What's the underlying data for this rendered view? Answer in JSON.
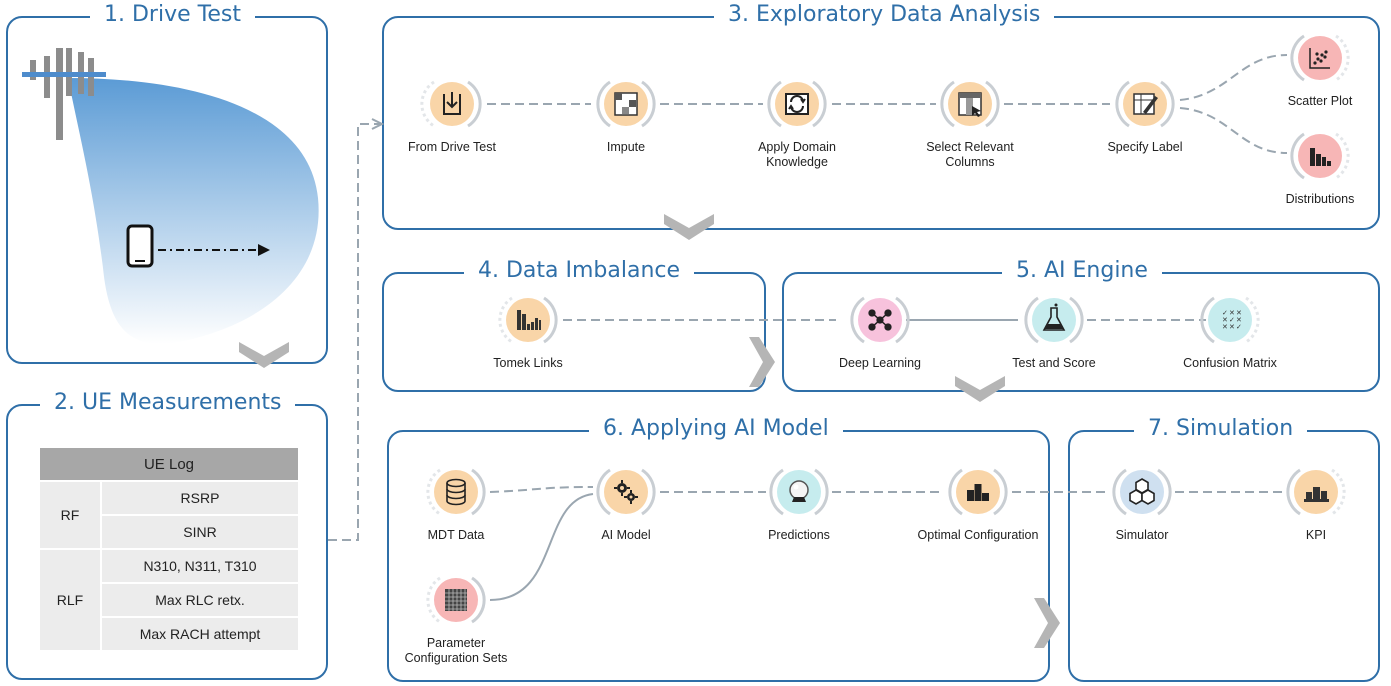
{
  "panels": {
    "p1": {
      "title": "1. Drive Test"
    },
    "p2": {
      "title": "2. UE Measurements"
    },
    "p3": {
      "title": "3. Exploratory Data  Analysis"
    },
    "p4": {
      "title": "4. Data Imbalance"
    },
    "p5": {
      "title": "5. AI Engine"
    },
    "p6": {
      "title": "6. Applying AI Model"
    },
    "p7": {
      "title": "7. Simulation"
    }
  },
  "ue_log": {
    "header": "UE Log",
    "rf_label": "RF",
    "rlf_label": "RLF",
    "rf_items": [
      "RSRP",
      "SINR"
    ],
    "rlf_items": [
      "N310, N311, T310",
      "Max RLC retx.",
      "Max RACH attempt"
    ]
  },
  "nodes": {
    "from_drive_test": {
      "label": "From Drive Test",
      "icon": "download-file-icon"
    },
    "impute": {
      "label": "Impute",
      "icon": "impute-grid-icon"
    },
    "apply_domain": {
      "label1": "Apply Domain",
      "label2": "Knowledge",
      "icon": "refresh-icon"
    },
    "select_columns": {
      "label1": "Select Relevant",
      "label2": "Columns",
      "icon": "select-columns-icon"
    },
    "specify_label": {
      "label": "Specify Label",
      "icon": "edit-table-icon"
    },
    "scatter_plot": {
      "label": "Scatter Plot",
      "icon": "scatter-plot-icon"
    },
    "distributions": {
      "label": "Distributions",
      "icon": "histogram-icon"
    },
    "tomek_links": {
      "label": "Tomek Links",
      "icon": "bar-levels-icon"
    },
    "deep_learning": {
      "label": "Deep Learning",
      "icon": "neural-network-icon"
    },
    "test_score": {
      "label": "Test and Score",
      "icon": "flask-icon"
    },
    "confusion_matrix": {
      "label": "Confusion Matrix",
      "icon": "matrix-icon"
    },
    "mdt_data": {
      "label": "MDT Data",
      "icon": "database-icon"
    },
    "ai_model": {
      "label": "AI Model",
      "icon": "gears-icon"
    },
    "predictions": {
      "label": "Predictions",
      "icon": "crystal-ball-icon"
    },
    "optimal_config": {
      "label": "Optimal Configuration",
      "icon": "podium-icon"
    },
    "param_sets": {
      "label1": "Parameter",
      "label2": "Configuration Sets",
      "icon": "grid-icon"
    },
    "simulator": {
      "label": "Simulator",
      "icon": "hexagons-icon"
    },
    "kpi": {
      "label": "KPI",
      "icon": "cubes-icon"
    }
  },
  "colors": {
    "panel_border": "#2f6fa8",
    "orange_node": "#f9d5a8",
    "red_node": "#f7b6b6",
    "pink_node": "#f7c2dc",
    "teal_node": "#c6ecee",
    "blue_node": "#cfe0f0",
    "link": "#9aa6b0",
    "chevron": "#b5b5b5"
  }
}
